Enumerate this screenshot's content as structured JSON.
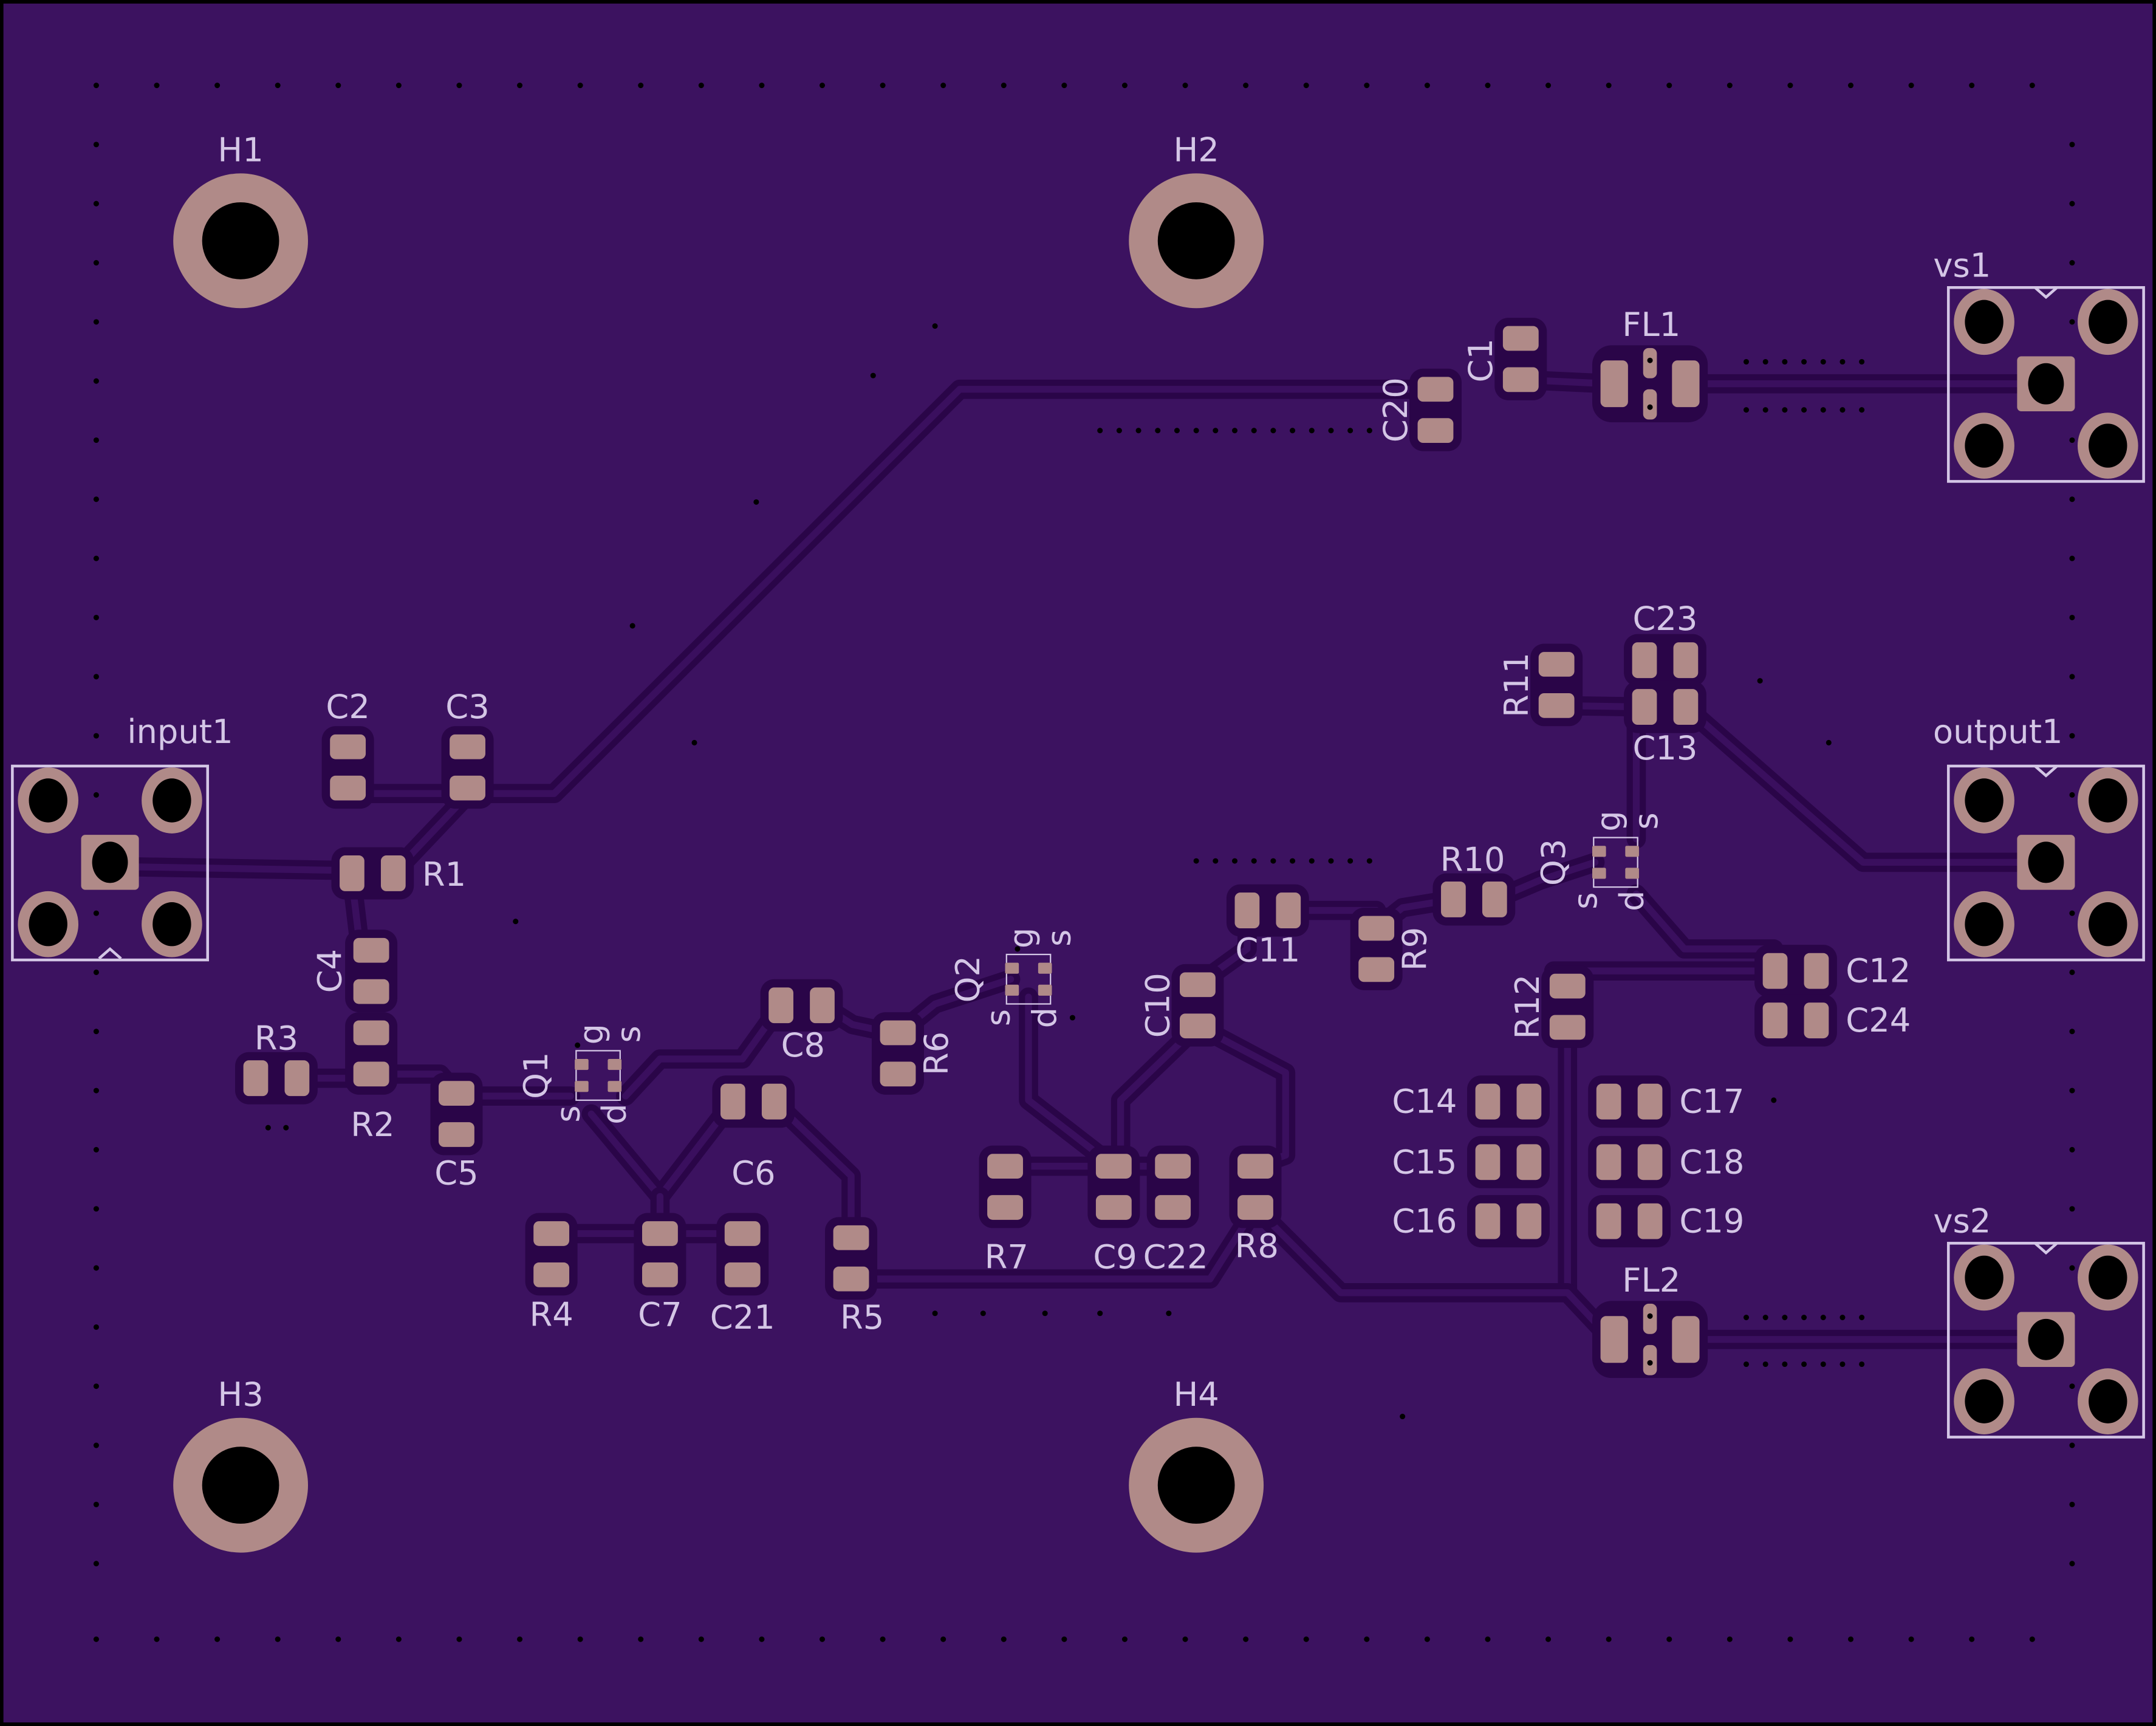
{
  "board": {
    "colors": {
      "substrate": "#3c1260",
      "trace": "#2b0750",
      "pad": "#b08a88",
      "silk": "#d4c6e6",
      "drill": "#000000"
    }
  },
  "holes": [
    {
      "ref": "H1"
    },
    {
      "ref": "H2"
    },
    {
      "ref": "H3"
    },
    {
      "ref": "H4"
    }
  ],
  "connectors": [
    {
      "ref": "input1"
    },
    {
      "ref": "vs1"
    },
    {
      "ref": "output1"
    },
    {
      "ref": "vs2"
    }
  ],
  "filters": [
    {
      "ref": "FL1"
    },
    {
      "ref": "FL2"
    }
  ],
  "transistors": [
    {
      "ref": "Q1",
      "pins": [
        "g",
        "s",
        "d"
      ]
    },
    {
      "ref": "Q2",
      "pins": [
        "g",
        "s",
        "d"
      ]
    },
    {
      "ref": "Q3",
      "pins": [
        "g",
        "s",
        "d"
      ]
    }
  ],
  "passives": [
    {
      "ref": "C1"
    },
    {
      "ref": "C20"
    },
    {
      "ref": "C2"
    },
    {
      "ref": "C3"
    },
    {
      "ref": "R1"
    },
    {
      "ref": "C4"
    },
    {
      "ref": "R2"
    },
    {
      "ref": "R3"
    },
    {
      "ref": "C5"
    },
    {
      "ref": "C8"
    },
    {
      "ref": "C6"
    },
    {
      "ref": "R6"
    },
    {
      "ref": "R4"
    },
    {
      "ref": "C7"
    },
    {
      "ref": "C21"
    },
    {
      "ref": "R5"
    },
    {
      "ref": "R7"
    },
    {
      "ref": "C9"
    },
    {
      "ref": "C22"
    },
    {
      "ref": "R8"
    },
    {
      "ref": "C10"
    },
    {
      "ref": "C11"
    },
    {
      "ref": "R9"
    },
    {
      "ref": "R10"
    },
    {
      "ref": "R11"
    },
    {
      "ref": "C23"
    },
    {
      "ref": "C13"
    },
    {
      "ref": "C12"
    },
    {
      "ref": "C24"
    },
    {
      "ref": "R12"
    },
    {
      "ref": "C14"
    },
    {
      "ref": "C15"
    },
    {
      "ref": "C16"
    },
    {
      "ref": "C17"
    },
    {
      "ref": "C18"
    },
    {
      "ref": "C19"
    }
  ]
}
